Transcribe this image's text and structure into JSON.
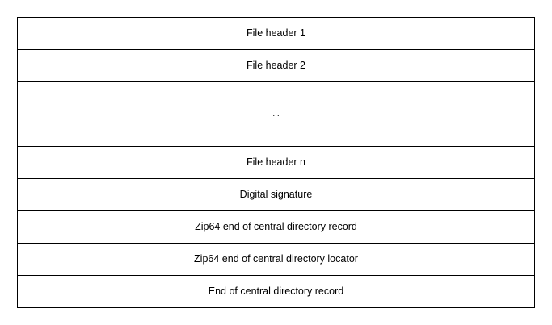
{
  "diagram": {
    "rows": [
      {
        "label": "File header 1"
      },
      {
        "label": "File header 2"
      },
      {
        "label": "..."
      },
      {
        "label": "File header n"
      },
      {
        "label": "Digital signature"
      },
      {
        "label": "Zip64 end of central directory record"
      },
      {
        "label": "Zip64 end of central directory locator"
      },
      {
        "label": "End of central directory record"
      }
    ]
  }
}
